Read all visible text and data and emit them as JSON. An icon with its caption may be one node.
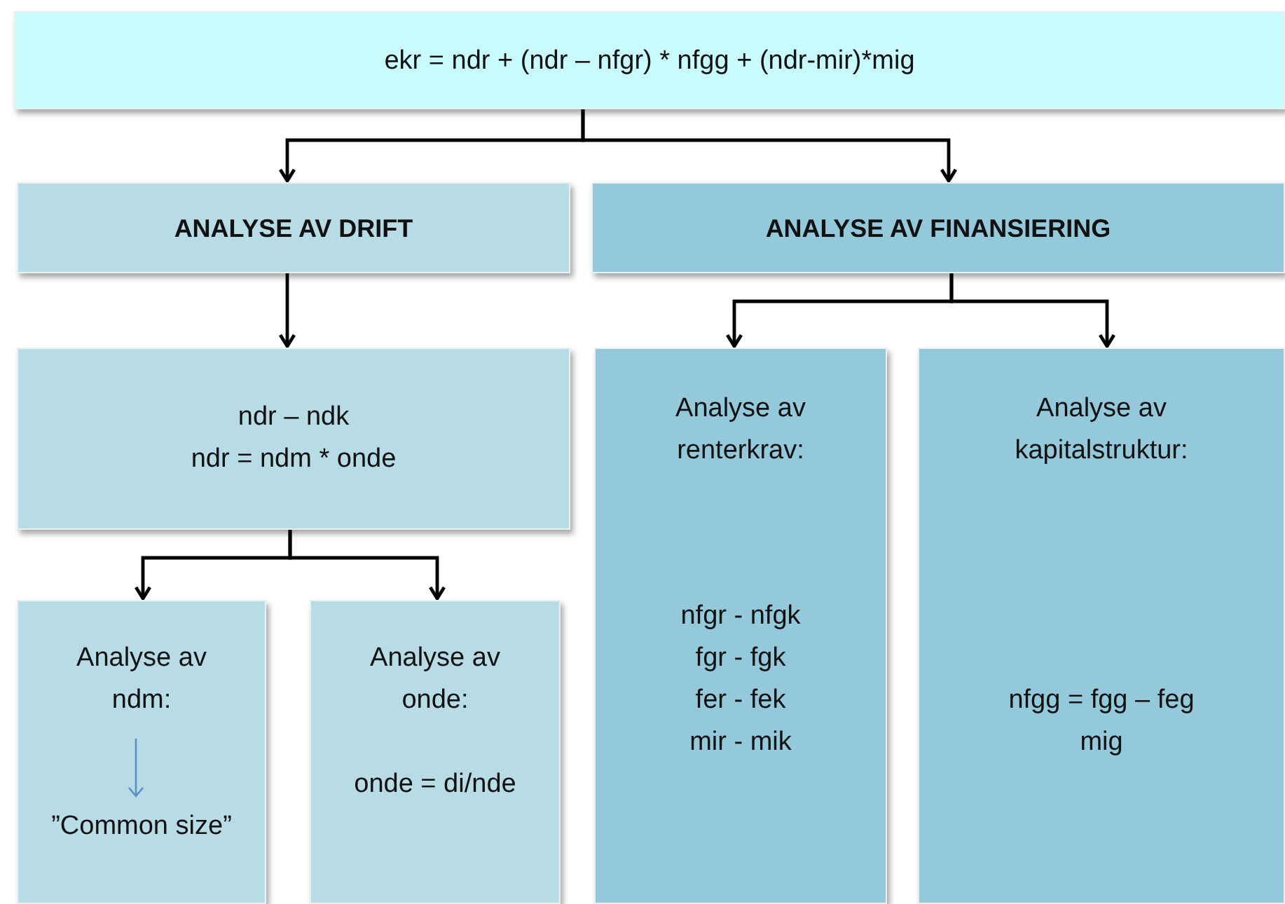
{
  "diagram": {
    "nodes": [
      {
        "text": [
          "ekr = ndr + (ndr – nfgr) * nfgg + (ndr-mir)*mig"
        ]
      },
      {
        "text": [
          "ANALYSE AV DRIFT"
        ]
      },
      {
        "text": [
          "ANALYSE AV FINANSIERING"
        ]
      },
      {
        "text": [
          "ndr – ndk",
          "ndr = ndm * onde"
        ]
      },
      {
        "text": [
          "Analyse av renterkrav:",
          "nfgr - nfgk",
          "fgr - fgk",
          "fer - fek",
          "mir - mik"
        ]
      },
      {
        "text": [
          "Analyse av kapitalstruktur:",
          "nfgg = fgg – feg",
          "mig"
        ]
      },
      {
        "text": [
          "Analyse av ndm:",
          "”Common size”"
        ]
      },
      {
        "text": [
          "Analyse av onde:",
          "onde = di/nde"
        ]
      }
    ],
    "edges": [
      {
        "from": 0,
        "to": 1,
        "arrow": "to"
      },
      {
        "from": 0,
        "to": 2,
        "arrow": "to"
      },
      {
        "from": 1,
        "to": 3,
        "arrow": "to"
      },
      {
        "from": 2,
        "to": 4,
        "arrow": "to"
      },
      {
        "from": 2,
        "to": 5,
        "arrow": "to"
      },
      {
        "from": 3,
        "to": 6,
        "arrow": "to"
      },
      {
        "from": 3,
        "to": 7,
        "arrow": "to"
      }
    ]
  }
}
